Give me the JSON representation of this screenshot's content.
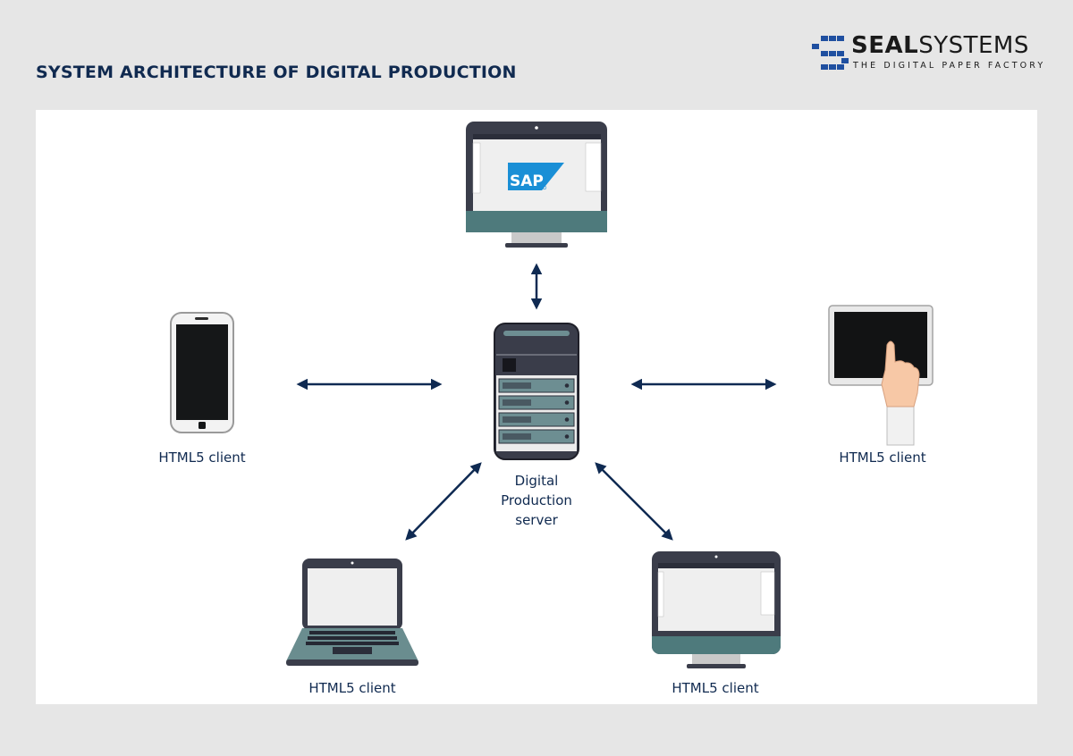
{
  "header": {
    "title": "SYSTEM ARCHITECTURE OF DIGITAL PRODUCTION"
  },
  "logo": {
    "name_bold": "SEAL",
    "name_light": "SYSTEMS",
    "tagline": "THE DIGITAL PAPER FACTORY",
    "brand_color": "#1f4fa0",
    "icon": "seal-systems-squares-logo"
  },
  "colors": {
    "background": "#e6e6e6",
    "canvas": "#ffffff",
    "text_navy": "#102a50",
    "arrow": "#0f2a52",
    "device_dark": "#3a3d4a",
    "device_teal": "#4e7a7c",
    "sap_blue": "#1a8fd6"
  },
  "nodes": {
    "sap": {
      "label": "SAP",
      "icon": "desktop-monitor-sap-icon"
    },
    "server": {
      "label_lines": [
        "Digital",
        "Production",
        "server"
      ],
      "icon": "server-tower-icon"
    },
    "phone": {
      "label": "HTML5 client",
      "icon": "smartphone-icon"
    },
    "tablet": {
      "label": "HTML5 client",
      "icon": "tablet-touch-icon"
    },
    "laptop": {
      "label": "HTML5 client",
      "icon": "laptop-icon"
    },
    "desktop": {
      "label": "HTML5 client",
      "icon": "desktop-monitor-icon"
    }
  },
  "connections": [
    {
      "from": "server",
      "to": "sap",
      "type": "bidirectional"
    },
    {
      "from": "server",
      "to": "phone",
      "type": "bidirectional"
    },
    {
      "from": "server",
      "to": "tablet",
      "type": "bidirectional"
    },
    {
      "from": "server",
      "to": "laptop",
      "type": "bidirectional"
    },
    {
      "from": "server",
      "to": "desktop",
      "type": "bidirectional"
    }
  ]
}
